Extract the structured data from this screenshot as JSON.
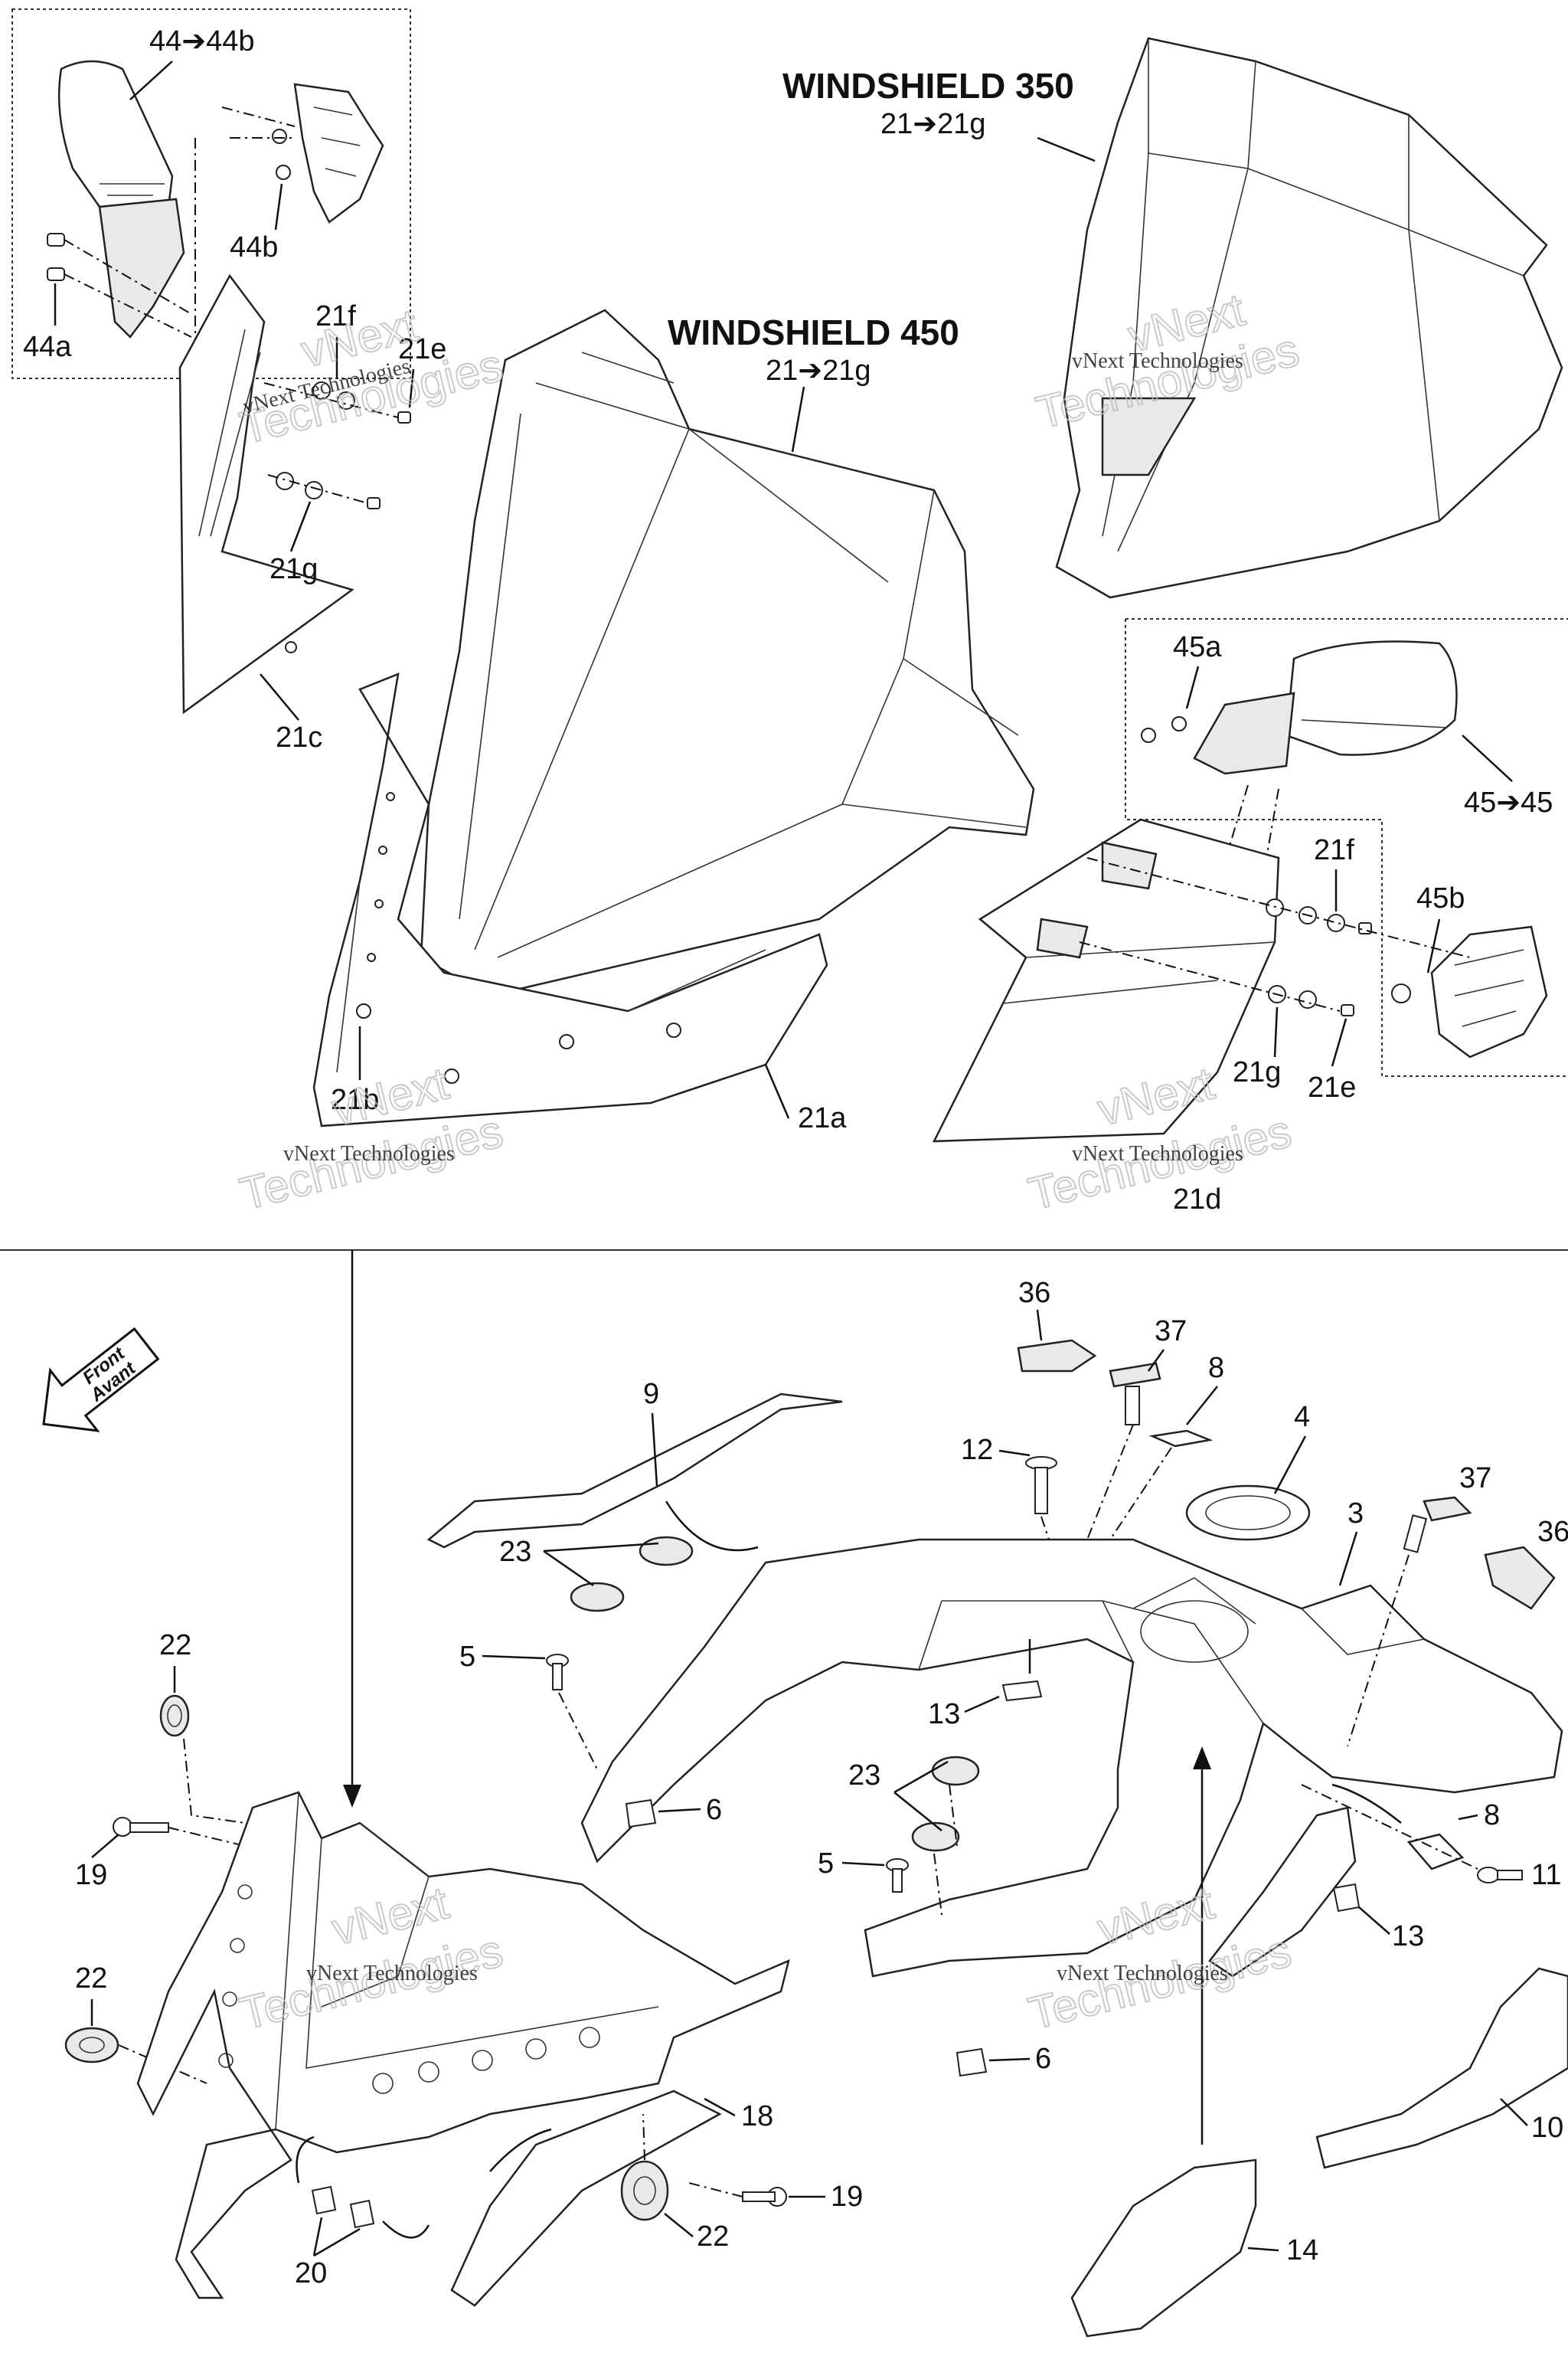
{
  "titles": {
    "windshield_350": "WINDSHIELD 350",
    "windshield_350_range": "21➔21g",
    "windshield_450": "WINDSHIELD 450",
    "windshield_450_range": "21➔21g",
    "kit_44": "44➔44b",
    "kit_45": "45➔45"
  },
  "front_badge": {
    "line1": "Front",
    "line2": "Avant"
  },
  "watermark": {
    "small": "vNext Technologies",
    "line1": "vNext",
    "line2": "Technologies"
  },
  "callouts": {
    "c44a": "44a",
    "c44b": "44b",
    "c21f_a": "21f",
    "c21e_a": "21e",
    "c21g_a": "21g",
    "c21c": "21c",
    "c21b": "21b",
    "c21a": "21a",
    "c45a": "45a",
    "c45b": "45b",
    "c21f_b": "21f",
    "c21g_b": "21g",
    "c21e_b": "21e",
    "c21d": "21d",
    "c36_a": "36",
    "c37_a": "37",
    "c8_a": "8",
    "c4": "4",
    "c12": "12",
    "c9": "9",
    "c3": "3",
    "c37_b": "37",
    "c36_b": "36",
    "c23_a": "23",
    "c5_a": "5",
    "c13_a": "13",
    "c6_a": "6",
    "c22_a": "22",
    "c19_a": "19",
    "c23_b": "23",
    "c5_b": "5",
    "c8_b": "8",
    "c11": "11",
    "c13_b": "13",
    "c22_b": "22",
    "c18": "18",
    "c6_b": "6",
    "c10": "10",
    "c19_b": "19",
    "c22_c": "22",
    "c20": "20",
    "c14": "14"
  }
}
